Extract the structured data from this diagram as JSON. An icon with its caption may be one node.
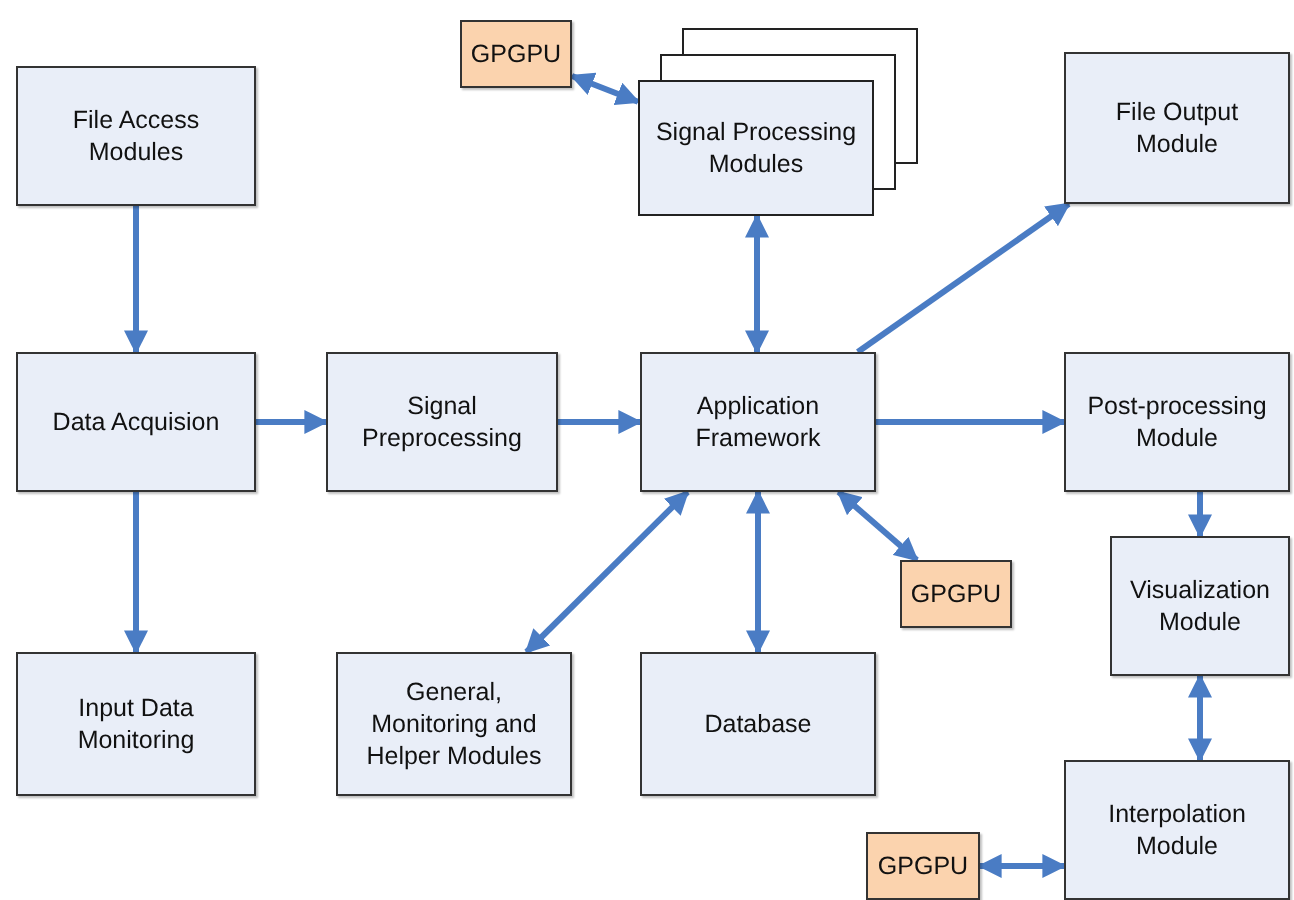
{
  "diagram": {
    "nodes": [
      {
        "text": [
          "GPGPU"
        ]
      },
      {
        "text": [
          "Signal Processing Modules"
        ]
      },
      {
        "text": [
          "File Output Module"
        ]
      },
      {
        "text": [
          "File Access Modules"
        ]
      },
      {
        "text": [
          "Data Acquision"
        ]
      },
      {
        "text": [
          "Signal Preprocessing"
        ]
      },
      {
        "text": [
          "Application Framework"
        ]
      },
      {
        "text": [
          "Post-processing Module"
        ]
      },
      {
        "text": [
          "GPGPU"
        ]
      },
      {
        "text": [
          "Visualization Module"
        ]
      },
      {
        "text": [
          "Input Data Monitoring"
        ]
      },
      {
        "text": [
          "General, Monitoring and Helper Modules"
        ]
      },
      {
        "text": [
          "Database"
        ]
      },
      {
        "text": [
          "Interpolation Module"
        ]
      },
      {
        "text": [
          "GPGPU"
        ]
      }
    ],
    "edges": [
      {
        "from": 3,
        "to": 4,
        "arrow": "to"
      },
      {
        "from": 4,
        "to": 10,
        "arrow": "to"
      },
      {
        "from": 4,
        "to": 5,
        "arrow": "to"
      },
      {
        "from": 5,
        "to": 6,
        "arrow": "to"
      },
      {
        "from": 0,
        "to": 1,
        "arrow": "both"
      },
      {
        "from": 6,
        "to": 1,
        "arrow": "both"
      },
      {
        "from": 6,
        "to": 2,
        "arrow": "to"
      },
      {
        "from": 6,
        "to": 7,
        "arrow": "to"
      },
      {
        "from": 6,
        "to": 8,
        "arrow": "both"
      },
      {
        "from": 6,
        "to": 11,
        "arrow": "both"
      },
      {
        "from": 6,
        "to": 12,
        "arrow": "both"
      },
      {
        "from": 7,
        "to": 9,
        "arrow": "to"
      },
      {
        "from": 9,
        "to": 13,
        "arrow": "both"
      },
      {
        "from": 14,
        "to": 13,
        "arrow": "both"
      }
    ]
  }
}
